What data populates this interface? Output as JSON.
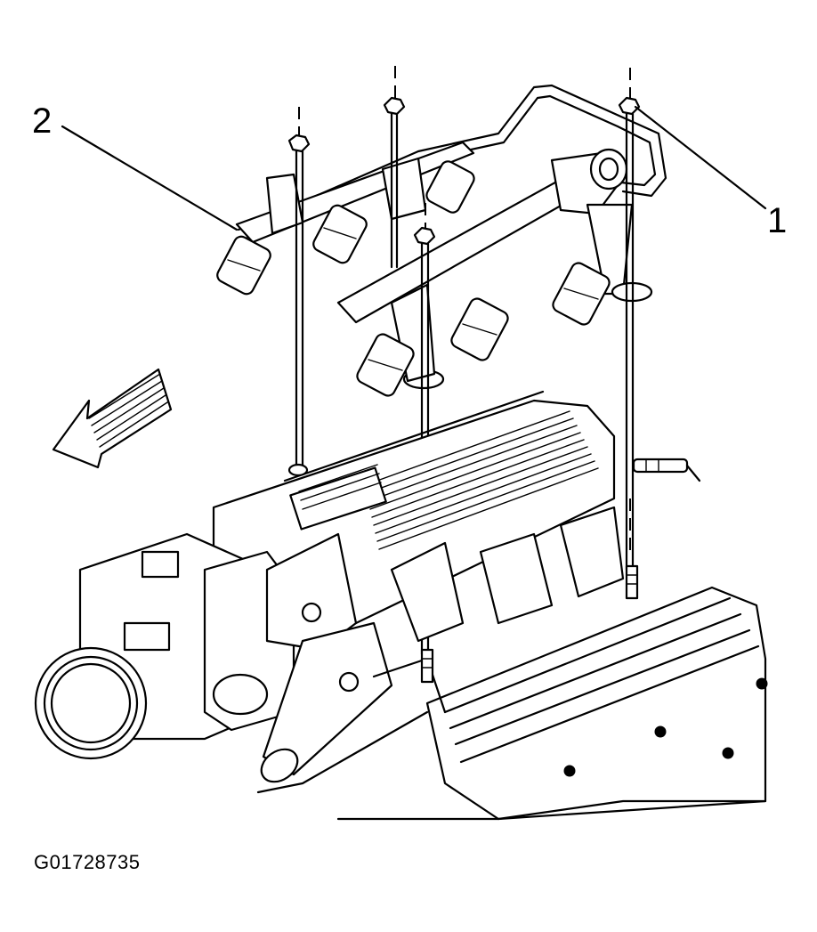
{
  "callouts": [
    {
      "label": "1"
    },
    {
      "label": "2"
    }
  ],
  "figure_code": "G01728735",
  "icons": {
    "direction_arrow": "front-direction-arrow-icon"
  }
}
